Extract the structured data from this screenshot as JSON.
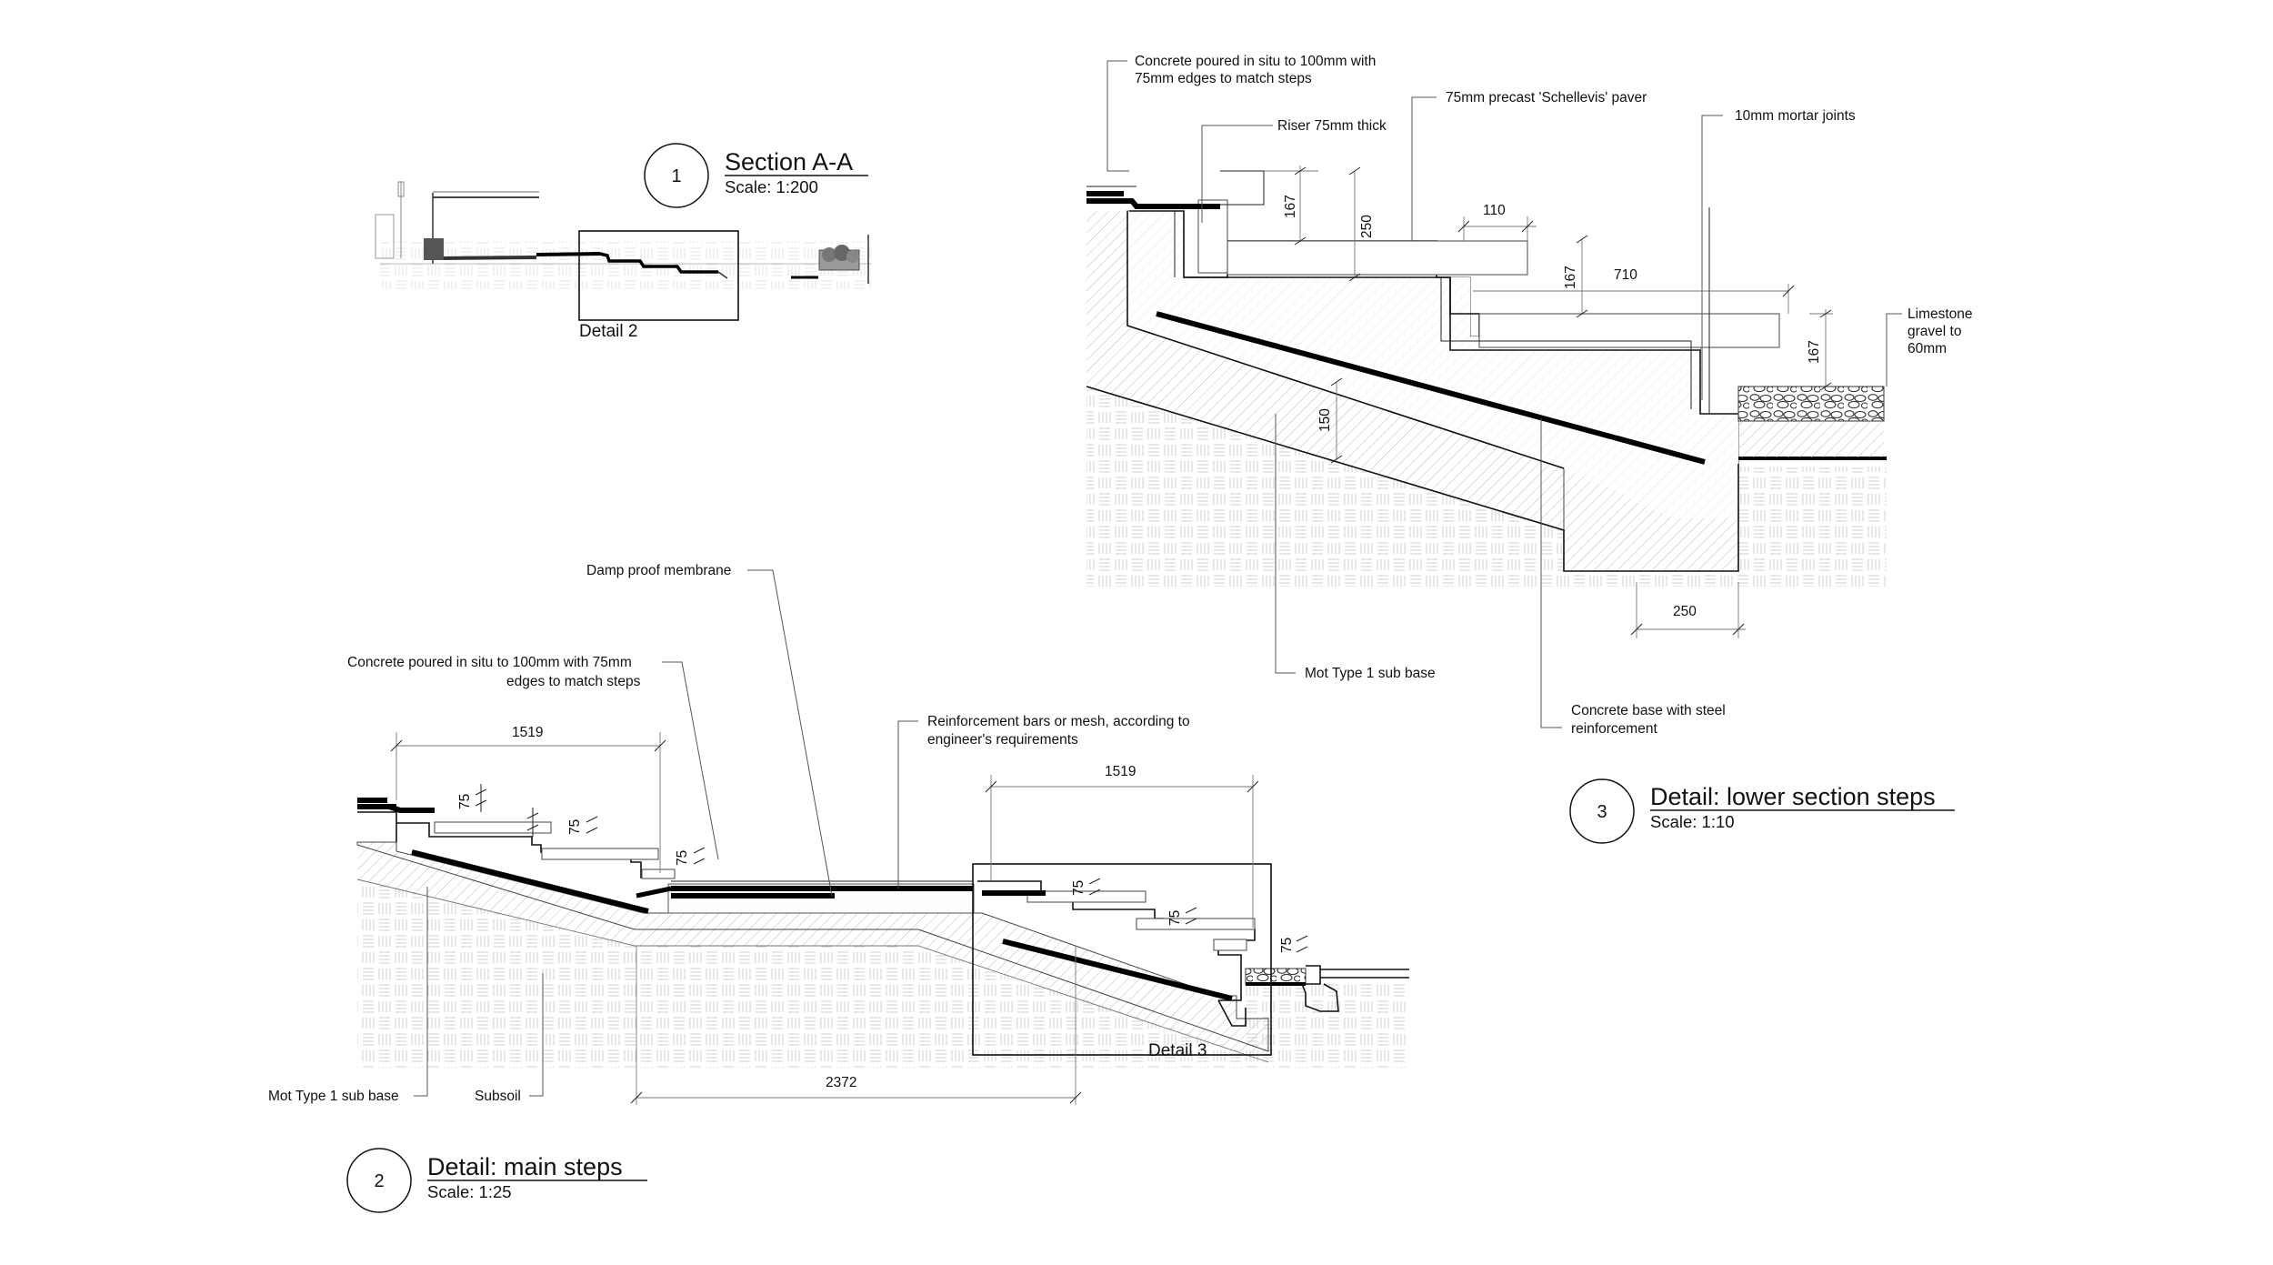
{
  "section_aa": {
    "number": "1",
    "title": "Section A-A",
    "scale": "Scale: 1:200",
    "detail_box_label": "Detail 2"
  },
  "main_steps": {
    "number": "2",
    "title": "Detail: main steps",
    "scale": "Scale: 1:25",
    "labels": {
      "damp_proof": "Damp proof membrane",
      "concrete_line1": "Concrete poured in situ to 100mm with 75mm",
      "concrete_line2": "edges to match steps",
      "reinf_line1": "Reinforcement bars or mesh, according to",
      "reinf_line2": "engineer's requirements",
      "mot": "Mot Type 1 sub base",
      "subsoil": "Subsoil",
      "detail3": "Detail 3"
    },
    "dims": {
      "top_width": "1519",
      "right_width": "1519",
      "landing": "2372",
      "riser_a": "75",
      "riser_b": "75",
      "riser_c": "75",
      "riser_d": "75",
      "riser_e": "75",
      "riser_f": "75"
    }
  },
  "lower_steps": {
    "number": "3",
    "title": "Detail: lower section steps",
    "scale": "Scale: 1:10",
    "labels": {
      "concrete_line1": "Concrete poured in situ to 100mm with",
      "concrete_line2": "75mm edges to match steps",
      "riser": "Riser 75mm thick",
      "paver": "75mm precast 'Schellevis' paver",
      "mortar": "10mm mortar joints",
      "limestone_line1": "Limestone",
      "limestone_line2": "gravel to",
      "limestone_line3": "60mm",
      "mot": "Mot Type 1 sub base",
      "base_line1": "Concrete base with steel",
      "base_line2": "reinforcement"
    },
    "dims": {
      "d167a": "167",
      "d250": "250",
      "d110": "110",
      "d167b": "167",
      "d710": "710",
      "d167c": "167",
      "d150": "150",
      "d250b": "250"
    }
  }
}
